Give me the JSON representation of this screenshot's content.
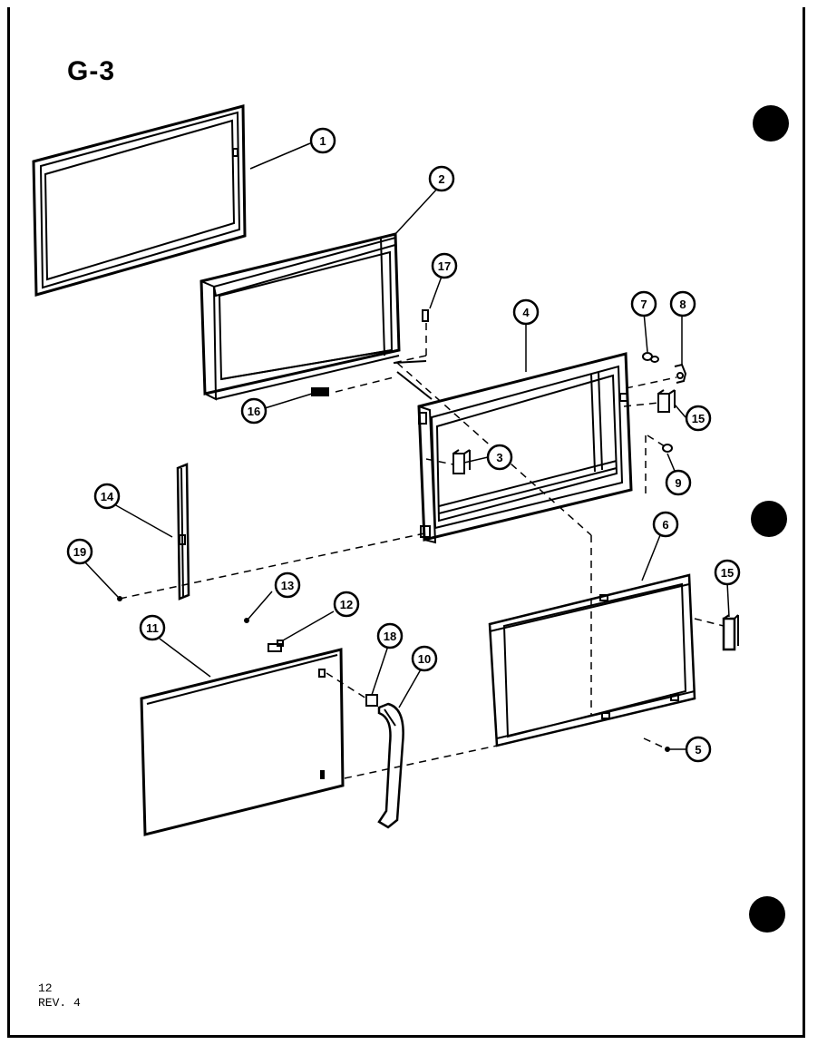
{
  "title": "G-3",
  "footer": {
    "page_number": "12",
    "revision": "REV. 4"
  },
  "callouts": [
    "1",
    "2",
    "3",
    "4",
    "5",
    "6",
    "7",
    "8",
    "9",
    "10",
    "11",
    "12",
    "13",
    "14",
    "15",
    "15",
    "16",
    "17",
    "18",
    "19"
  ]
}
